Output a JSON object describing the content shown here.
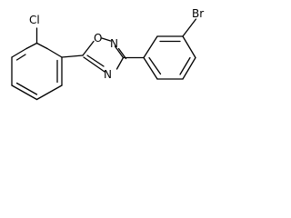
{
  "molecule": {
    "atoms": {
      "cl": "Cl",
      "o": "O",
      "n2": "N",
      "n4": "N",
      "br": "Br"
    }
  },
  "colors": {
    "bond": "#000000",
    "background": "#ffffff"
  }
}
